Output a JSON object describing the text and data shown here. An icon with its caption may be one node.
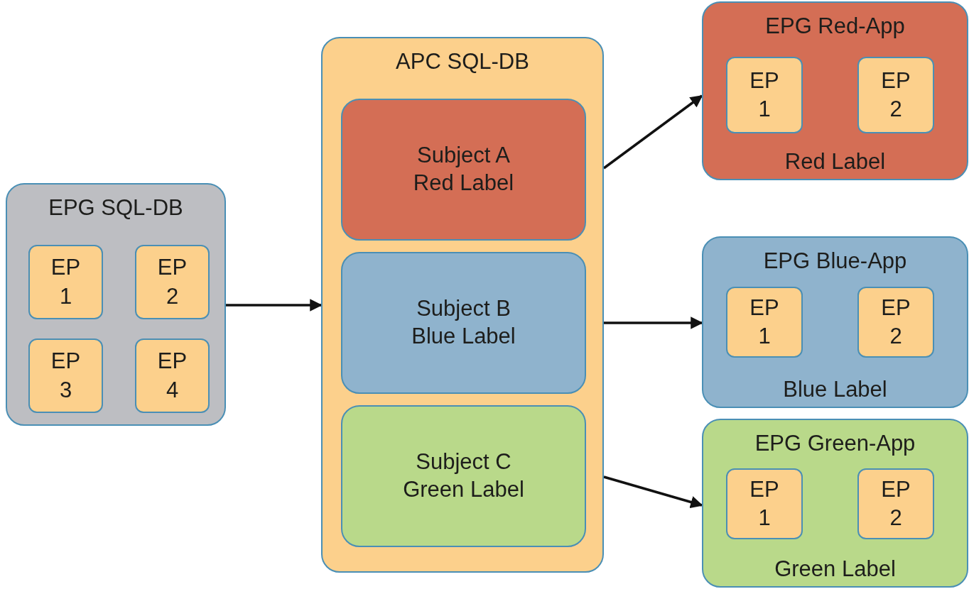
{
  "diagram": {
    "nodes": [
      {
        "text": [
          "EPG SQL-DB"
        ]
      },
      {
        "text": [
          "EP 1"
        ],
        "in": 0
      },
      {
        "text": [
          "EP 2"
        ],
        "in": 0
      },
      {
        "text": [
          "EP 3"
        ],
        "in": 0
      },
      {
        "text": [
          "EP 4"
        ],
        "in": 0
      },
      {
        "text": [
          "APC SQL-DB"
        ]
      },
      {
        "text": [
          "Subject A",
          "Red Label"
        ],
        "in": 5
      },
      {
        "text": [
          "Subject B",
          "Blue Label"
        ],
        "in": 5
      },
      {
        "text": [
          "Subject C",
          "Green Label"
        ],
        "in": 5
      },
      {
        "text": [
          "EPG Red-App",
          "Red Label"
        ]
      },
      {
        "text": [
          "EP 1"
        ],
        "in": 9
      },
      {
        "text": [
          "EP 2"
        ],
        "in": 9
      },
      {
        "text": [
          "EPG Blue-App",
          "Blue Label"
        ]
      },
      {
        "text": [
          "EP 1"
        ],
        "in": 12
      },
      {
        "text": [
          "EP 2"
        ],
        "in": 12
      },
      {
        "text": [
          "EPG Green-App",
          "Green Label"
        ]
      },
      {
        "text": [
          "EP 1"
        ],
        "in": 15
      },
      {
        "text": [
          "EP 2"
        ],
        "in": 15
      }
    ],
    "edges": [
      {
        "from": 0,
        "to": 5,
        "arrow": "to"
      },
      {
        "from": 5,
        "to": 9,
        "arrow": "to"
      },
      {
        "from": 5,
        "to": 12,
        "arrow": "to"
      },
      {
        "from": 5,
        "to": 15,
        "arrow": "to"
      }
    ]
  }
}
